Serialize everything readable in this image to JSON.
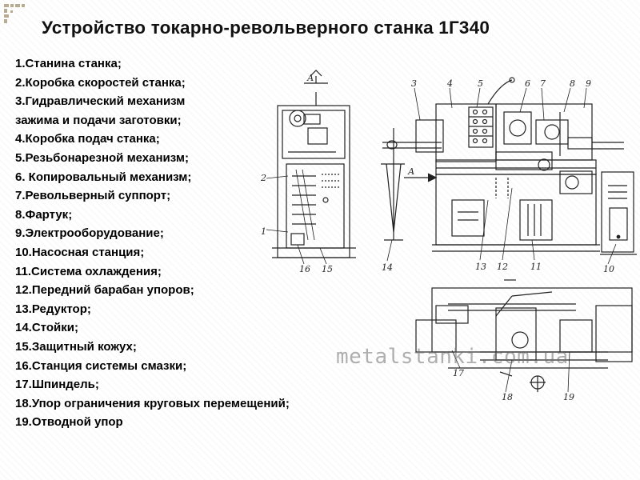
{
  "slide": {
    "title": "Устройство токарно-револьверного станка 1Г340"
  },
  "legend": [
    "1.Станина станка;",
    "2.Коробка скоростей станка;",
    "3.Гидравлический механизм",
    "зажима и подачи заготовки;",
    "4.Коробка подач станка;",
    "5.Резьбонарезной механизм;",
    "6. Копировальный механизм;",
    "7.Револьверный суппорт;",
    "8.Фартук;",
    "9.Электрооборудование;",
    "10.Насосная станция;",
    "11.Система охлаждения;",
    "12.Передний барабан упоров;",
    "13.Редуктор;",
    "14.Стойки;",
    "15.Защитный кожух;",
    "16.Станция системы смазки;",
    "17.Шпиндель;",
    "18.Упор ограничения круговых перемещений;",
    "19.Отводной упор"
  ],
  "drawing": {
    "view_label_a": "А",
    "view_label_a2": "А",
    "callouts": [
      "1",
      "2",
      "3",
      "4",
      "5",
      "6",
      "7",
      "8",
      "9",
      "10",
      "11",
      "12",
      "13",
      "14",
      "15",
      "16",
      "17",
      "18",
      "19"
    ]
  },
  "watermark": "metalstanki.com.ua"
}
